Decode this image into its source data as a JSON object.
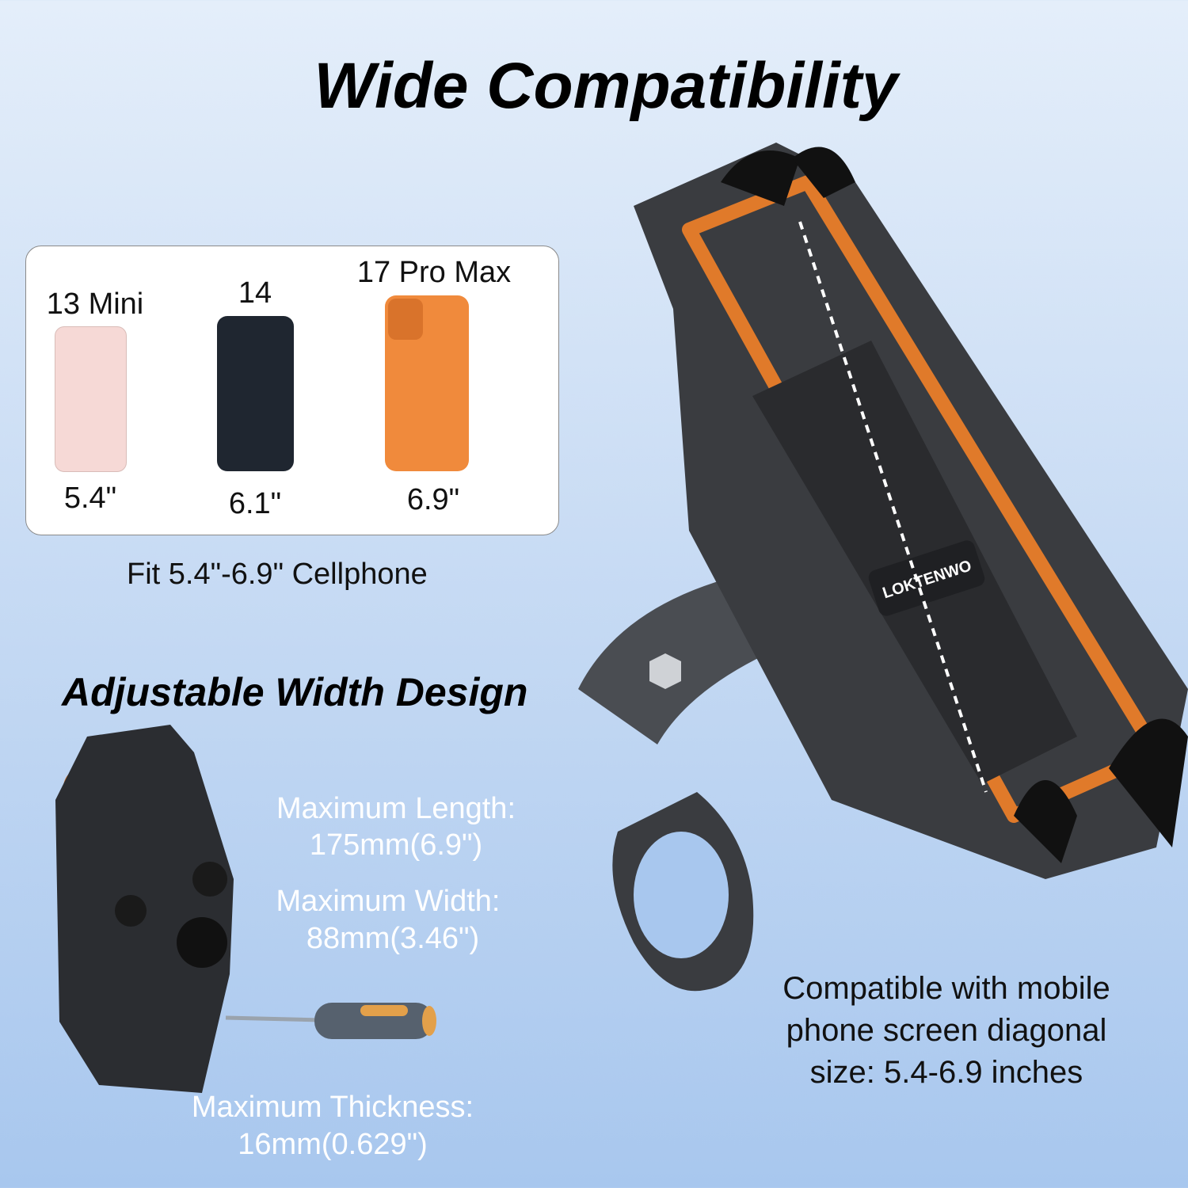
{
  "title": "Wide Compatibility",
  "phones": [
    {
      "model": "13 Mini",
      "size": "5.4\"",
      "color": "#f6d9d6"
    },
    {
      "model": "14",
      "size": "6.1\"",
      "color": "#1f2630"
    },
    {
      "model": "17 Pro Max",
      "size": "6.9\"",
      "color": "#f08a3c"
    }
  ],
  "fit_text": "Fit 5.4\"-6.9\" Cellphone",
  "adjustable_heading": "Adjustable Width Design",
  "specs": {
    "length_label": "Maximum Length:",
    "length_value": "175mm(6.9\")",
    "width_label": "Maximum Width:",
    "width_value": "88mm(3.46\")",
    "thickness_label": "Maximum Thickness:",
    "thickness_value": "16mm(0.629\")"
  },
  "compatibility_note": [
    "Compatible with mobile",
    "phone screen diagonal",
    "size: 5.4-6.9 inches"
  ],
  "brand_logo": "LOKTENWO",
  "colors": {
    "accent_orange": "#e07a2a",
    "mount_dark": "#2b2d31"
  }
}
